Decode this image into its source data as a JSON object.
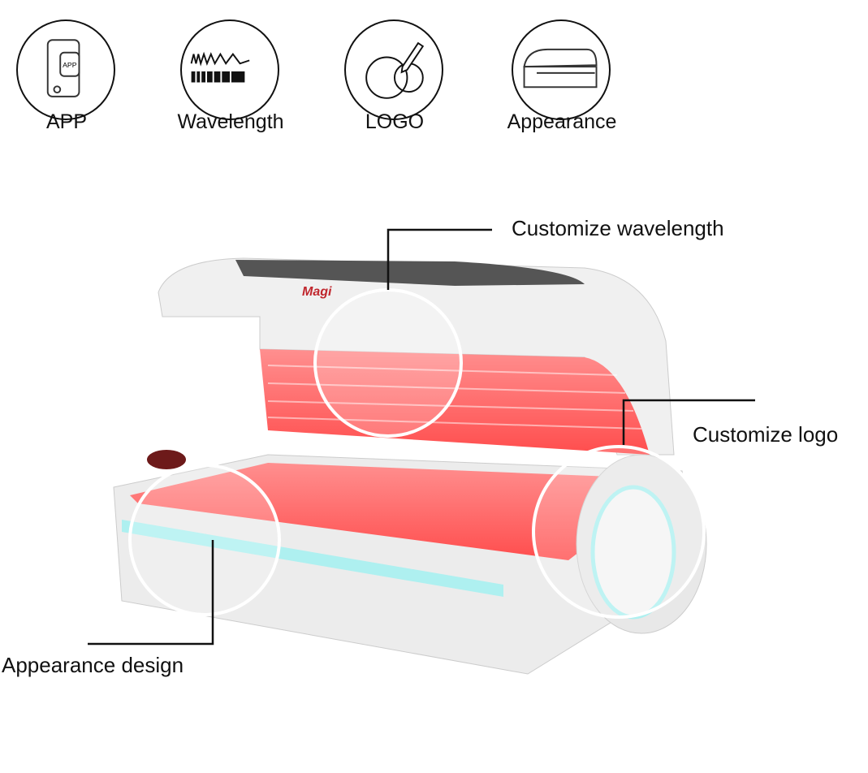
{
  "features": [
    {
      "label": "APP",
      "icon": "phone-app-icon",
      "badge": "APP"
    },
    {
      "label": "Wavelength",
      "icon": "wavelength-icon"
    },
    {
      "label": "LOGO",
      "icon": "logo-pen-icon"
    },
    {
      "label": "Appearance",
      "icon": "bed-appearance-icon"
    }
  ],
  "callouts": {
    "wavelength": "Customize wavelength",
    "logo": "Customize logo",
    "appearance": "Appearance design"
  },
  "brand_logo_text": "Magi",
  "colors": {
    "red_light": "#ff5a5a",
    "accent_glow": "#aef0f0",
    "shell": "#ececec"
  }
}
